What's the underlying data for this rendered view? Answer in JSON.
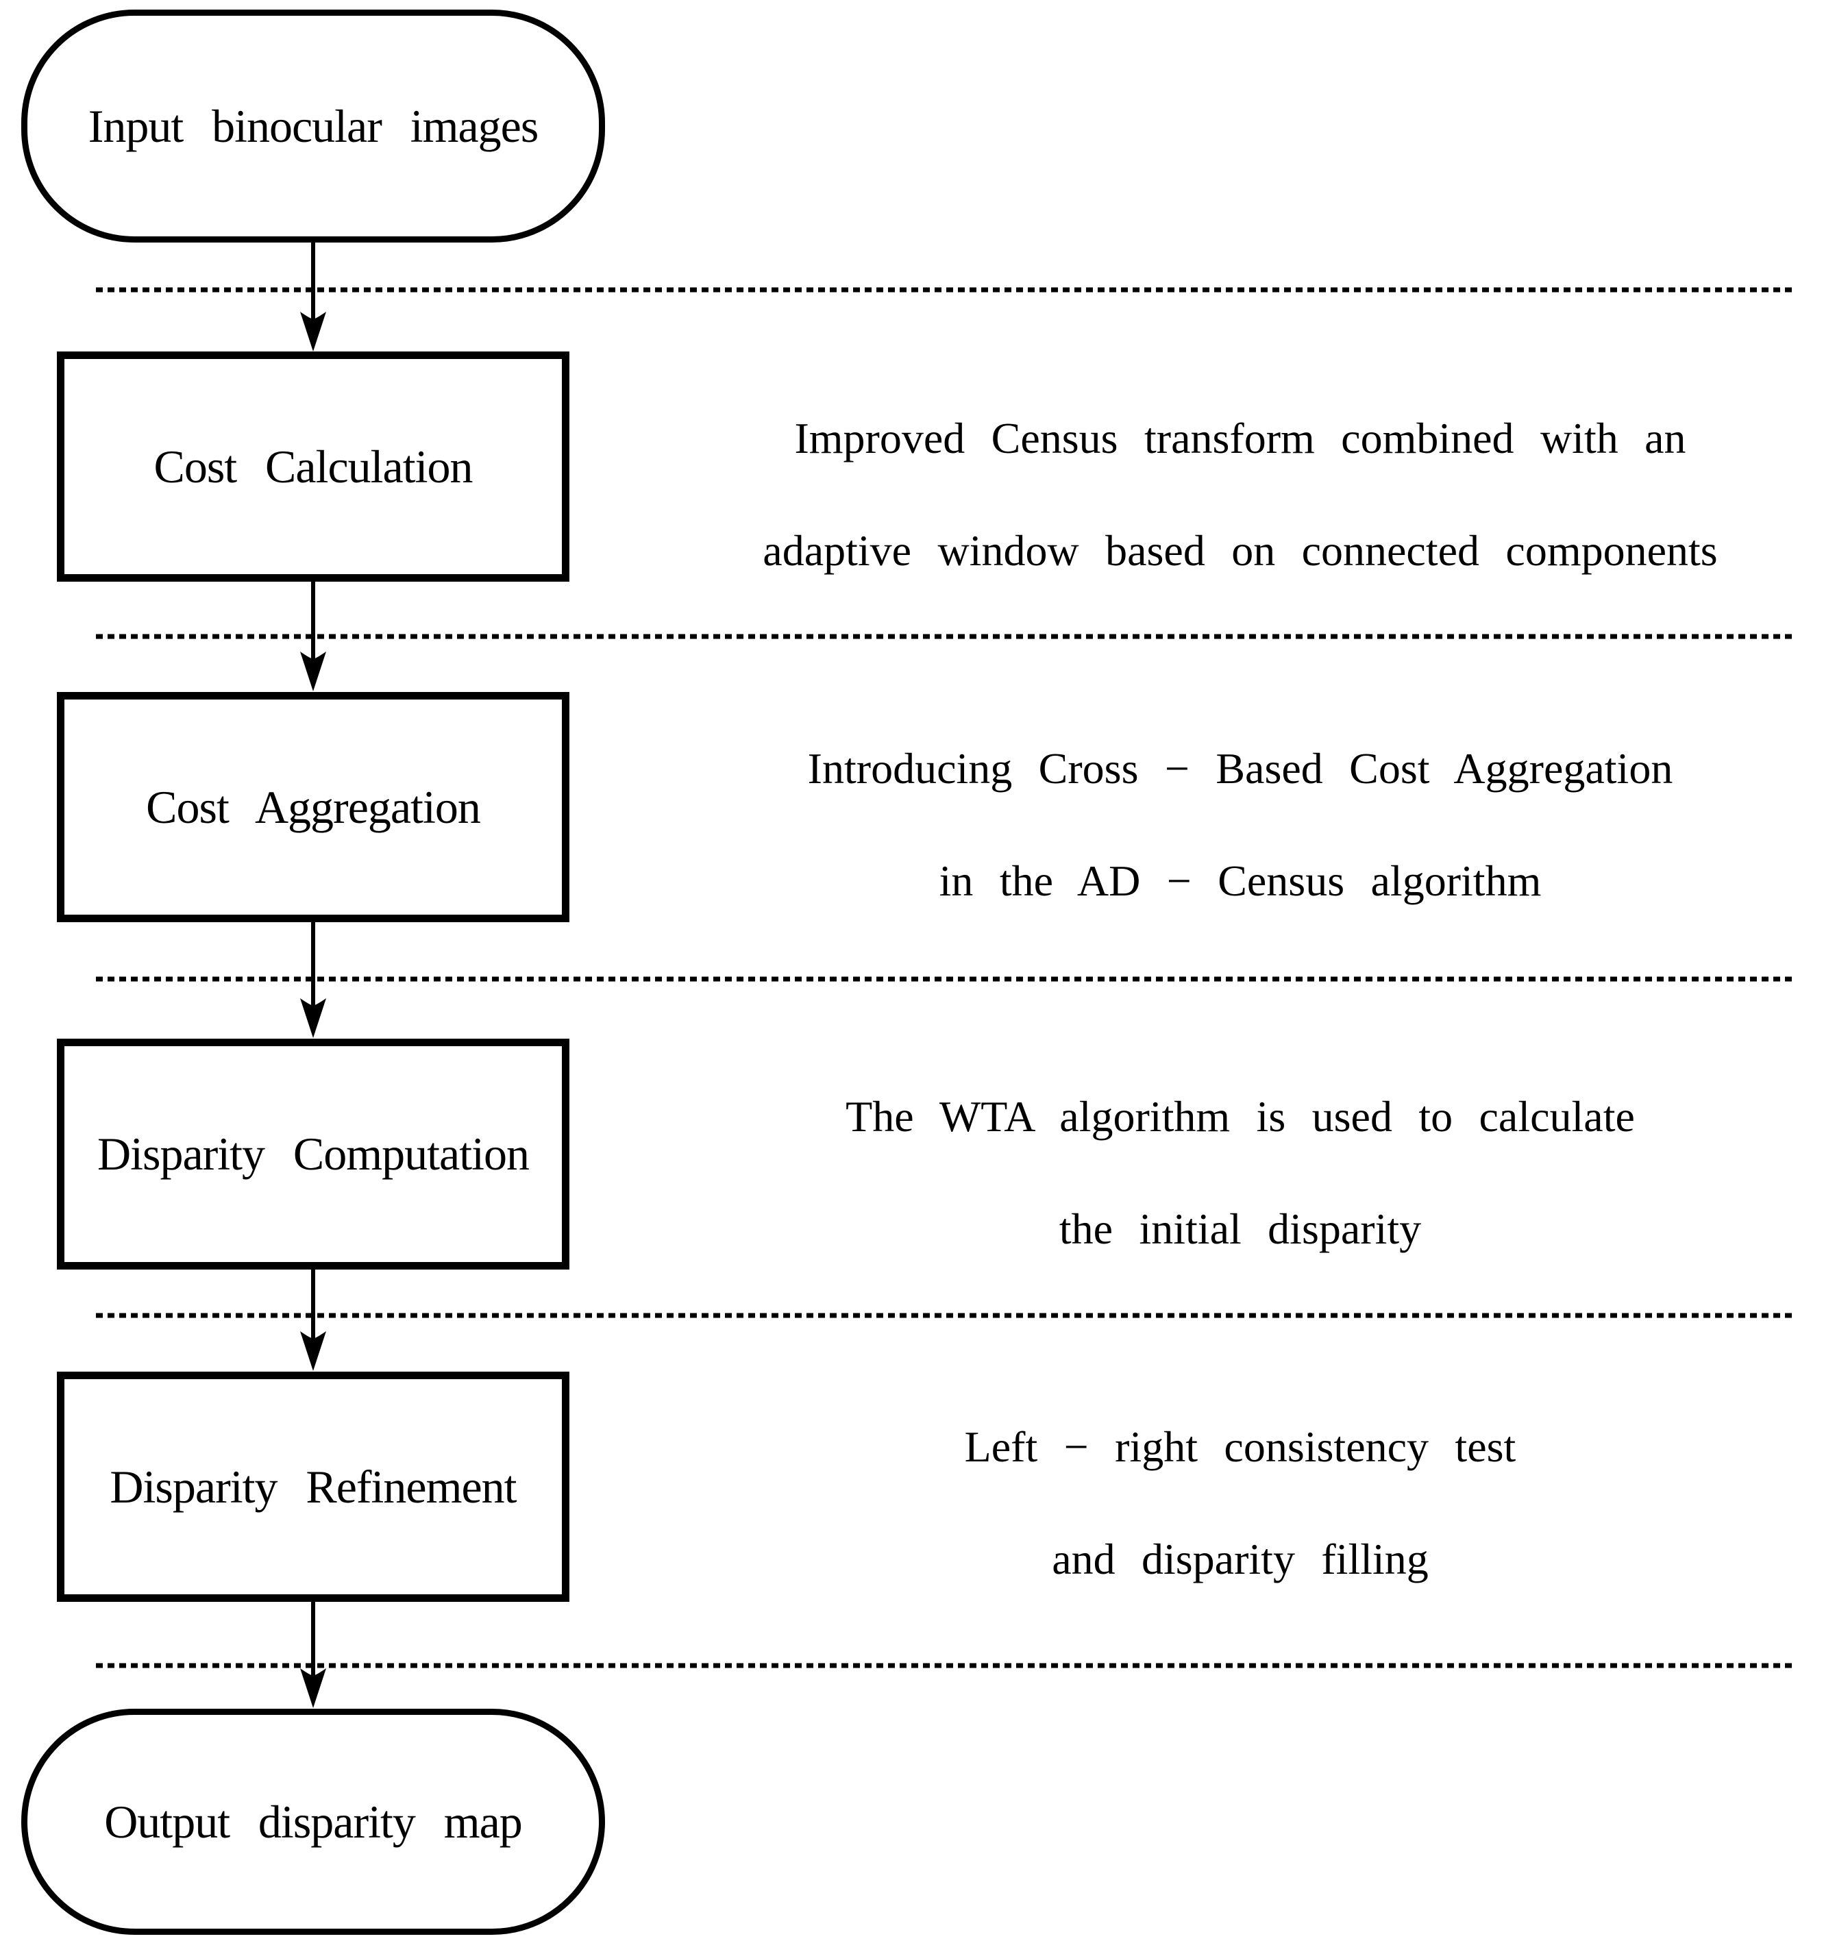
{
  "diagram": {
    "nodes": {
      "input": {
        "shape": "terminator",
        "label": "Input binocular images"
      },
      "cost_calculation": {
        "shape": "process",
        "label": "Cost Calculation"
      },
      "cost_aggregation": {
        "shape": "process",
        "label": "Cost Aggregation"
      },
      "disparity_computation": {
        "shape": "process",
        "label": "Disparity Computation"
      },
      "disparity_refinement": {
        "shape": "process",
        "label": "Disparity Refinement"
      },
      "output": {
        "shape": "terminator",
        "label": "Output disparity map"
      }
    },
    "annotations": {
      "cost_calculation": {
        "line1": "Improved Census transform combined with an",
        "line2": "adaptive window based on connected components"
      },
      "cost_aggregation": {
        "line1": "Introducing Cross − Based Cost Aggregation",
        "line2": "in the AD − Census algorithm"
      },
      "disparity_computation": {
        "line1": "The WTA algorithm is used to calculate",
        "line2": "the initial disparity"
      },
      "disparity_refinement": {
        "line1": "Left − right consistency test",
        "line2": "and disparity filling"
      }
    },
    "flow_order": [
      "Input binocular images",
      "Cost Calculation",
      "Cost Aggregation",
      "Disparity Computation",
      "Disparity Refinement",
      "Output disparity map"
    ],
    "colors": {
      "line": "#000000",
      "background": "#ffffff"
    }
  }
}
